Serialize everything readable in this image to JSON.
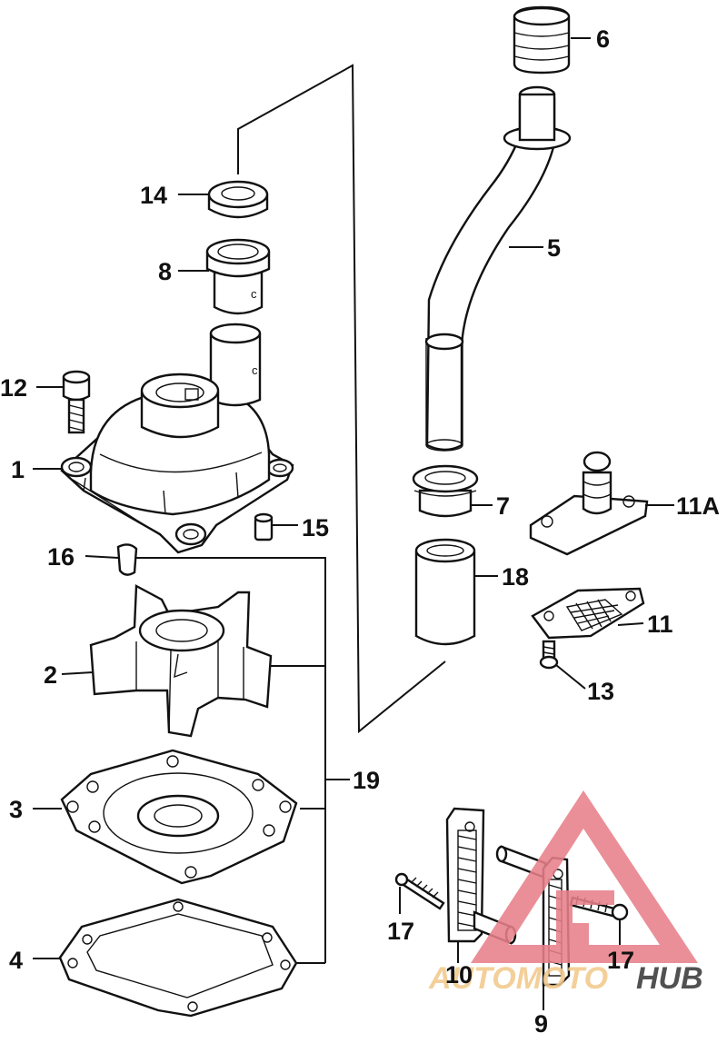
{
  "diagram": {
    "labels": {
      "l1": "1",
      "l2": "2",
      "l3": "3",
      "l4": "4",
      "l5": "5",
      "l6": "6",
      "l7": "7",
      "l8": "8",
      "l9": "9",
      "l10": "10",
      "l11": "11",
      "l11a": "11A",
      "l12": "12",
      "l13": "13",
      "l14": "14",
      "l15": "15",
      "l16": "16",
      "l17a": "17",
      "l17b": "17",
      "l18": "18",
      "l19": "19"
    }
  },
  "watermark": {
    "part1": "AUTOMOTO",
    "part2": "HUB",
    "colors": {
      "primary": "#e8808a",
      "secondary": "#f2c98c",
      "dark": "#3a3a3a"
    }
  }
}
